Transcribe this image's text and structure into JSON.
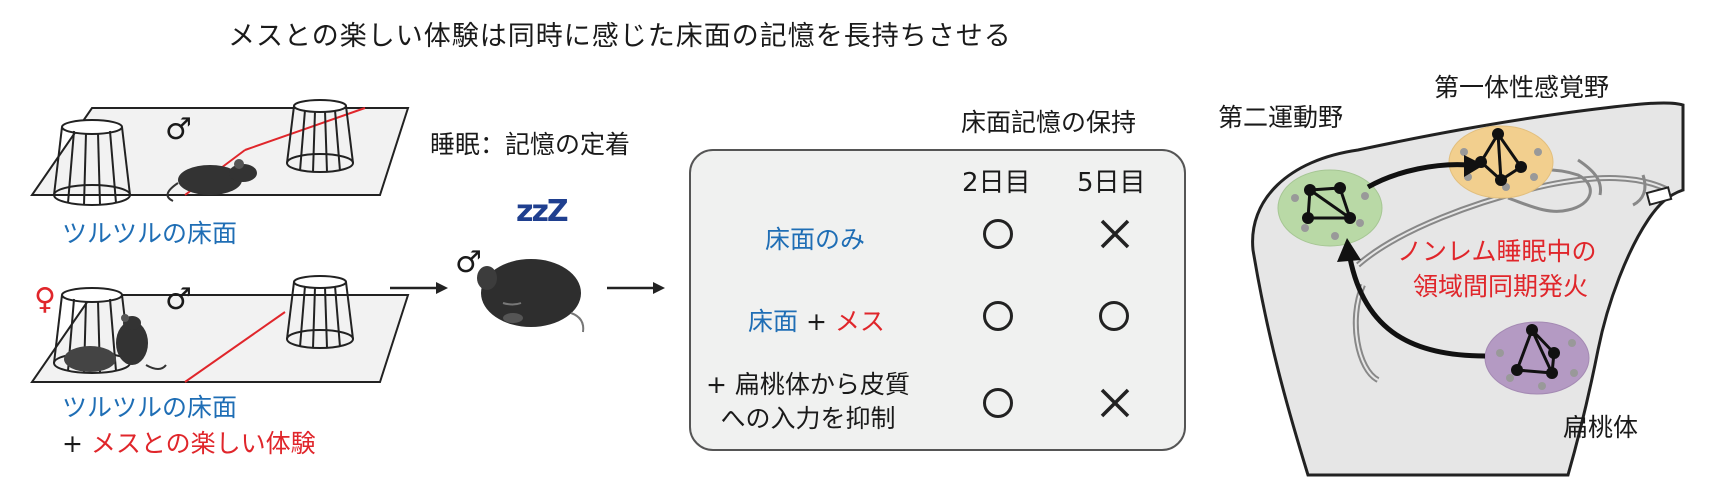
{
  "title": "メスとの楽しい体験は同時に感じた床面の記憶を長持ちさせる",
  "left": {
    "top_male_symbol": "♂",
    "top_label": "ツルツルの床面",
    "female_symbol": "♀",
    "bottom_male_symbol": "♂",
    "bottom_label_1": "ツルツルの床面",
    "bottom_label_2_plus": "+",
    "bottom_label_2_text": "メスとの楽しい体験"
  },
  "sleep": {
    "label": "睡眠：記憶の定着",
    "zzz": "zzZ",
    "male_symbol": "♂"
  },
  "retention": {
    "heading": "床面記憶の保持",
    "columns": [
      "2日目",
      "5日目"
    ],
    "rows": [
      {
        "label_blue": "床面のみ",
        "day2": "○",
        "day5": "×"
      },
      {
        "label_blue": "床面",
        "plus": " + ",
        "label_red": "メス",
        "day2": "○",
        "day5": "○"
      },
      {
        "label_line1": "+ 扁桃体から皮質",
        "label_line2": "への入力を抑制",
        "day2": "○",
        "day5": "×"
      }
    ]
  },
  "brain": {
    "m2_label": "第二運動野",
    "s1_label": "第一体性感覚野",
    "amygdala_label": "扁桃体",
    "nrem_line1": "ノンレム睡眠中の",
    "nrem_line2": "領域間同期発火"
  },
  "colors": {
    "blue": "#1f6eb5",
    "red": "#e0262b",
    "m2_blob": "#b9d9a6",
    "s1_blob": "#f2cf8e",
    "amygdala_blob": "#b49ac3",
    "brain_fill": "#e6e6e6"
  }
}
